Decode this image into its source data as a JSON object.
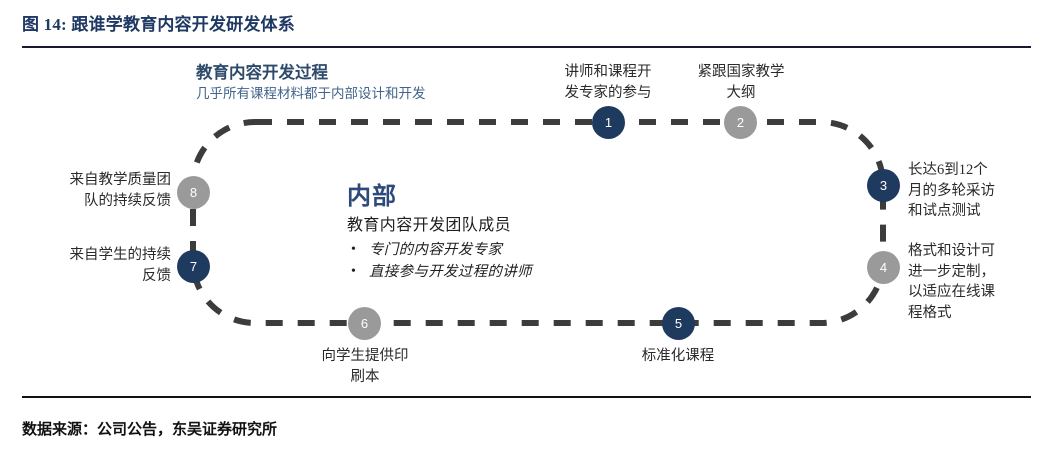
{
  "figure": {
    "title": "图 14: 跟谁学教育内容开发研发体系",
    "source": "数据来源：公司公告，东吴证券研究所",
    "accent_navy": "#1F3A5F",
    "accent_grey": "#9A9A9A",
    "title_color": "#1F3864"
  },
  "header_note": {
    "title": "教育内容开发过程",
    "subtitle": "几乎所有课程材料都于内部设计和开发"
  },
  "center_block": {
    "title": "内部",
    "subtitle": "教育内容开发团队成员",
    "bullets": [
      "专门的内容开发专家",
      "直接参与开发过程的讲师"
    ]
  },
  "nodes": [
    {
      "number": "1",
      "color": "navy",
      "label": "讲师和课程开\n发专家的参与"
    },
    {
      "number": "2",
      "color": "grey",
      "label": "紧跟国家教学\n大纲"
    },
    {
      "number": "3",
      "color": "navy",
      "label": "长达6到12个\n月的多轮采访\n和试点测试"
    },
    {
      "number": "4",
      "color": "grey",
      "label": "格式和设计可\n进一步定制，\n以适应在线课\n程格式"
    },
    {
      "number": "5",
      "color": "navy",
      "label": "标准化课程"
    },
    {
      "number": "6",
      "color": "grey",
      "label": "向学生提供印\n刷本"
    },
    {
      "number": "7",
      "color": "navy",
      "label": "来自学生的持续\n反馈"
    },
    {
      "number": "8",
      "color": "grey",
      "label": "来自教学质量团\n队的持续反馈"
    }
  ],
  "node_labels": {
    "n1": "讲师和课程开",
    "n1b": "发专家的参与",
    "n2": "紧跟国家教学",
    "n2b": "大纲",
    "n3": "长达6到12个",
    "n3b": "月的多轮采访",
    "n3c": "和试点测试",
    "n4": "格式和设计可",
    "n4b": "进一步定制，",
    "n4c": "以适应在线课",
    "n4d": "程格式",
    "n5": "标准化课程",
    "n6": "向学生提供印",
    "n6b": "刷本",
    "n7": "来自学生的持续",
    "n7b": "反馈",
    "n8": "来自教学质量团",
    "n8b": "队的持续反馈"
  },
  "numbers": {
    "n1": "1",
    "n2": "2",
    "n3": "3",
    "n4": "4",
    "n5": "5",
    "n6": "6",
    "n7": "7",
    "n8": "8"
  }
}
